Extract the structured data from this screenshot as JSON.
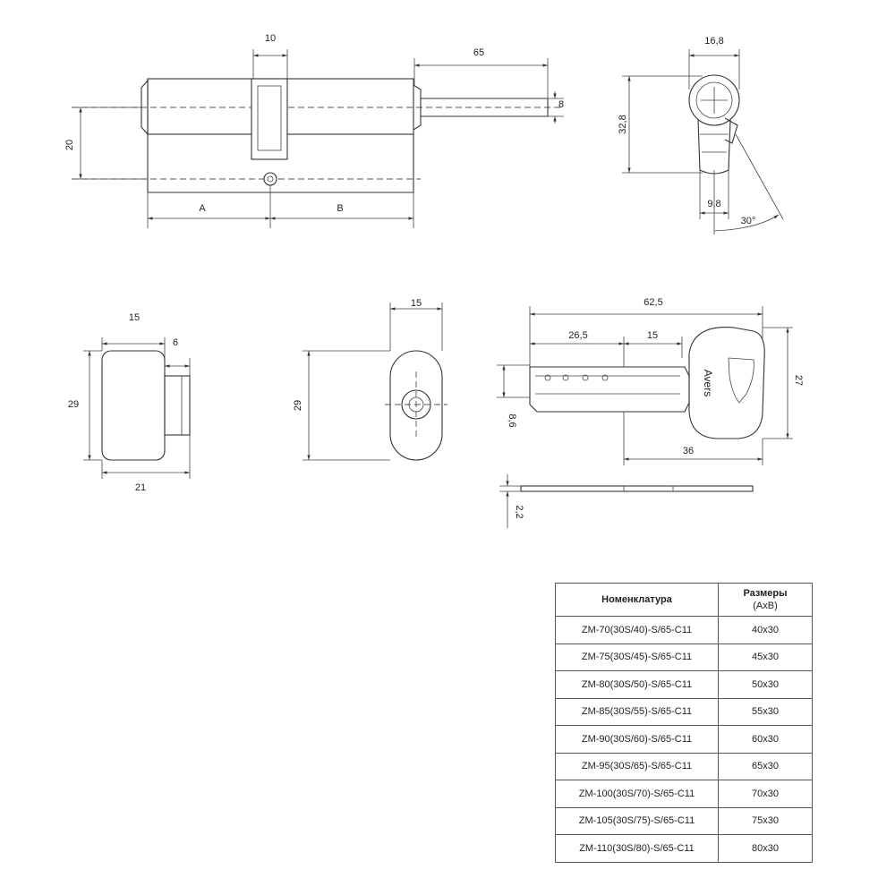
{
  "dimensions": {
    "cyl_top_width": "10",
    "cam_length": "65",
    "cam_thickness": "8",
    "body_height": "20",
    "side_a": "A",
    "side_b": "B",
    "profile_width": "16,8",
    "profile_height": "32,8",
    "profile_bottom_width": "9,8",
    "cam_angle": "30°",
    "knob_width": "15",
    "knob_stem": "6",
    "knob_height": "29",
    "knob_depth": "21",
    "oval_width": "15",
    "oval_height": "29",
    "key_length": "62,5",
    "key_blade_part": "26,5",
    "key_middle_part": "15",
    "key_blade_height": "8,6",
    "key_head_height": "27",
    "key_head_length": "36",
    "key_thickness": "2,2"
  },
  "key_brand": "Avers",
  "table": {
    "col_name": "Номенклатура",
    "col_size": "Размеры",
    "col_size_sub": "(AxB)",
    "rows": [
      {
        "name": "ZM-70(30S/40)-S/65-C11",
        "size": "40x30"
      },
      {
        "name": "ZM-75(30S/45)-S/65-C11",
        "size": "45x30"
      },
      {
        "name": "ZM-80(30S/50)-S/65-C11",
        "size": "50x30"
      },
      {
        "name": "ZM-85(30S/55)-S/65-C11",
        "size": "55x30"
      },
      {
        "name": "ZM-90(30S/60)-S/65-C11",
        "size": "60x30"
      },
      {
        "name": "ZM-95(30S/65)-S/65-C11",
        "size": "65x30"
      },
      {
        "name": "ZM-100(30S/70)-S/65-C11",
        "size": "70x30"
      },
      {
        "name": "ZM-105(30S/75)-S/65-C11",
        "size": "75x30"
      },
      {
        "name": "ZM-110(30S/80)-S/65-C11",
        "size": "80x30"
      }
    ]
  }
}
